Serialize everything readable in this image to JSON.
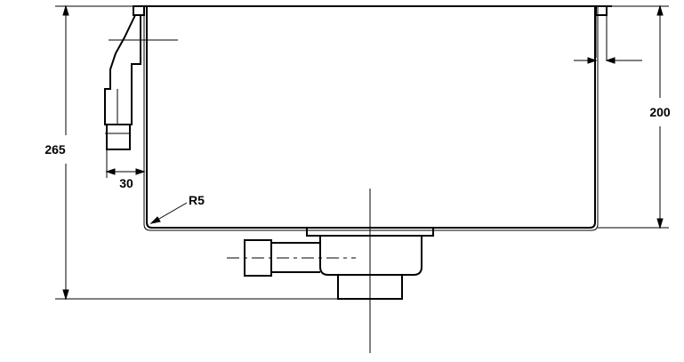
{
  "dimensions": {
    "total_height": "265",
    "bowl_depth": "200",
    "flange_offset": "30",
    "corner_radius": "R5"
  },
  "colors": {
    "line": "#000000",
    "background": "#ffffff"
  }
}
